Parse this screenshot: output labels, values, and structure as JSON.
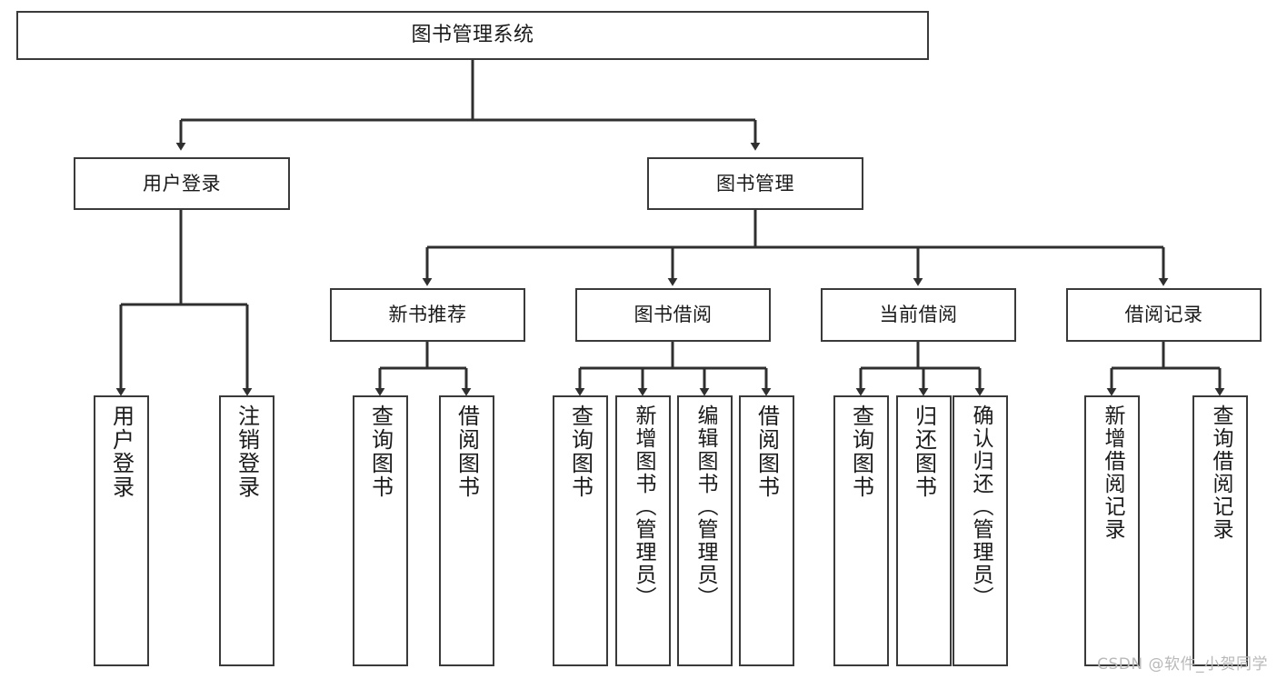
{
  "diagram": {
    "title": "图书管理系统",
    "type": "tree",
    "watermark": "CSDN @软件_小贺同学",
    "colors": {
      "stroke": "#3a3a3a",
      "box_fill": "#ffffff",
      "text": "#1a1a1a",
      "watermark": "#b9b9b9",
      "background": "#ffffff"
    },
    "root": {
      "label": "图书管理系统"
    },
    "level2": [
      {
        "label": "用户登录"
      },
      {
        "label": "图书管理"
      }
    ],
    "level3": [
      {
        "label": "新书推荐"
      },
      {
        "label": "图书借阅"
      },
      {
        "label": "当前借阅"
      },
      {
        "label": "借阅记录"
      }
    ],
    "leaves": {
      "user_login": [
        {
          "label": "用户登录"
        },
        {
          "label": "注销登录"
        }
      ],
      "new_book_recommend": [
        {
          "label": "查询图书"
        },
        {
          "label": "借阅图书"
        }
      ],
      "book_borrow": [
        {
          "label": "查询图书"
        },
        {
          "label": "新增图书（管理员）"
        },
        {
          "label": "编辑图书（管理员）"
        },
        {
          "label": "借阅图书"
        }
      ],
      "current_borrow": [
        {
          "label": "查询图书"
        },
        {
          "label": "归还图书"
        },
        {
          "label": "确认归还（管理员）"
        }
      ],
      "borrow_records": [
        {
          "label": "新增借阅记录"
        },
        {
          "label": "查询借阅记录"
        }
      ]
    }
  }
}
